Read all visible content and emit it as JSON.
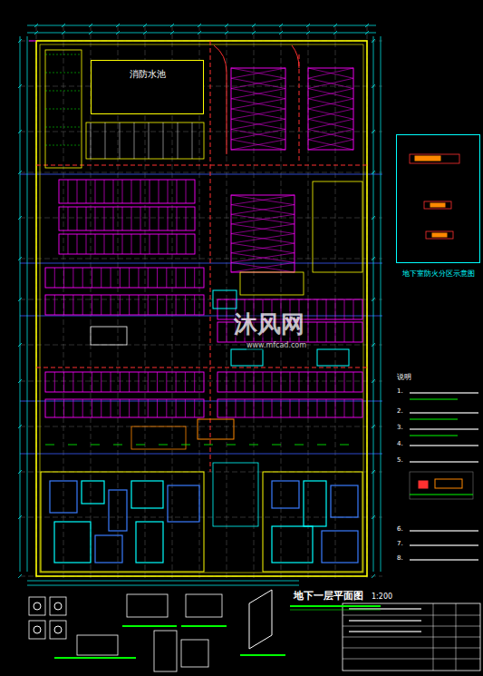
{
  "diagram": {
    "title": "地下一层平面图",
    "nodes": [
      {
        "text": [
          "消防水池"
        ]
      },
      {
        "text": [
          "地下室防火分区示意图"
        ]
      }
    ],
    "labels": [
      "1:200",
      "沐风网",
      "www.mfcad.com",
      "说明",
      "1.",
      "2.",
      "3.",
      "4.",
      "5.",
      "6.",
      "7.",
      "8."
    ]
  }
}
